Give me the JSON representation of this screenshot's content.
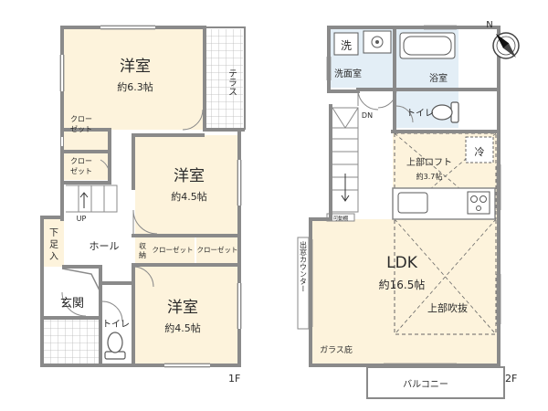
{
  "colors": {
    "wall": "#8a8a8a",
    "room": "#fdf3dc",
    "wet": "#e3eef6",
    "floor_plain": "#ffffff",
    "tile": "#b8b8b8",
    "dash": "#666666",
    "fixture": "#5a5a5a"
  },
  "floor1": {
    "level_label": "1F",
    "rooms": {
      "western_top": {
        "name": "洋室",
        "size": "約6.3帖"
      },
      "western_mid": {
        "name": "洋室",
        "size": "約4.5帖"
      },
      "western_bottom": {
        "name": "洋室",
        "size": "約4.5帖"
      },
      "terrace": "テラス",
      "closet_a": [
        "クロー",
        "ゼット"
      ],
      "closet_b": [
        "クロー",
        "ゼット"
      ],
      "closet_c": "クローゼット",
      "closet_d": "クローゼット",
      "storage": [
        "収",
        "納"
      ],
      "hall": "ホール",
      "shoe_storage": [
        "下",
        "足",
        "入"
      ],
      "entrance": "玄関",
      "toilet": "トイレ",
      "up": "UP"
    }
  },
  "floor2": {
    "level_label": "2F",
    "rooms": {
      "wash_symbol": "洗",
      "washroom": "洗面室",
      "bathroom": "浴室",
      "toilet": "トイレ",
      "dn": "DN",
      "loft": {
        "name": "上部ロフト",
        "size": "約3.7帖"
      },
      "fridge": "冷",
      "movable_shelf": "可動棚",
      "bay_counter": "出窓カウンター",
      "ldk": {
        "name": "LDK",
        "size": "約16.5帖"
      },
      "void": "上部吹抜",
      "glass_eaves": "ガラス庇",
      "balcony": "バルコニー"
    },
    "compass": "N"
  }
}
